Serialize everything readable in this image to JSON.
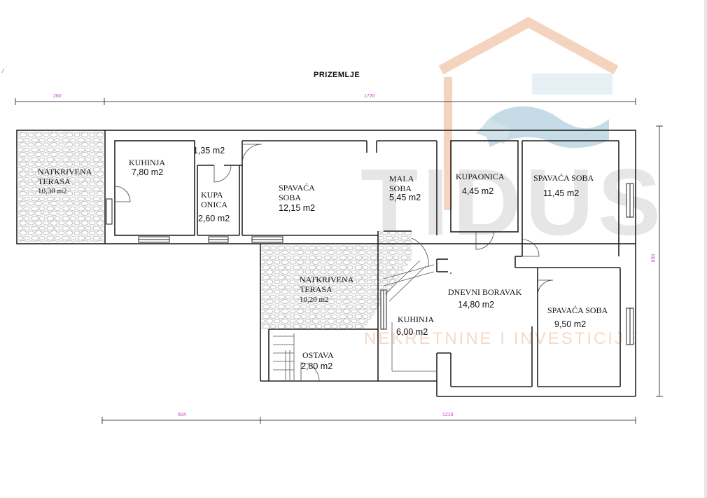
{
  "floor_title": "PRIZEMLJE",
  "watermark": {
    "brand": "TIDUS",
    "tagline": "NEKRETNINE I INVESTICIJE",
    "colors": {
      "roof": "#f3ccb4",
      "hands": "#bcd6e2",
      "text": "#e3e3e3"
    }
  },
  "dimensions": {
    "top_left": "280",
    "top_right": "1720",
    "bottom_left": "504",
    "bottom_right": "1216",
    "right_side": "950"
  },
  "rooms": {
    "terrace_1": {
      "name": "NATKRIVENA\nTERASA",
      "area": "10,30 m2"
    },
    "kitchen_1": {
      "name": "KUHINJA",
      "area": "7,80 m2"
    },
    "hall": {
      "area": "1,35 m2"
    },
    "bath_1": {
      "name": "KUPA\nONICA",
      "area": "2,60 m2"
    },
    "bedroom_1": {
      "name": "SPAVAĆA\nSOBA",
      "area": "12,15 m2"
    },
    "small_room": {
      "name": "MALA\nSOBA",
      "area": "5,45 m2"
    },
    "bath_2": {
      "name": "KUPAONICA",
      "area": "4,45 m2"
    },
    "bedroom_2": {
      "name": "SPAVAĆA SOBA",
      "area": "11,45 m2"
    },
    "terrace_2": {
      "name": "NATKRIVENA\nTERASA",
      "area": "10,20 m2"
    },
    "living": {
      "name": "DNEVNI BORAVAK",
      "area": "14,80 m2"
    },
    "kitchen_2": {
      "name": "KUHINJA",
      "area": "6,00 m2"
    },
    "storage": {
      "name": "OSTAVA",
      "area": "2,80 m2"
    },
    "bedroom_3": {
      "name": "SPAVAĆA SOBA",
      "area": "9,50 m2"
    }
  },
  "colors": {
    "wall": "#222222",
    "dimension_text": "#c040c0",
    "hatch": "#d8d8d8"
  }
}
